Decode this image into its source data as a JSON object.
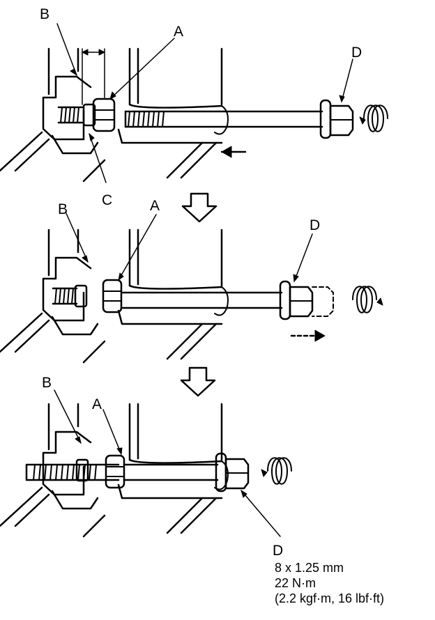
{
  "labels": {
    "a": "A",
    "b": "B",
    "c": "C",
    "d": "D"
  },
  "spec": {
    "bolt_size": "8 x 1.25 mm",
    "torque_nm": "22 N·m",
    "torque_alt": "(2.2 kgf·m, 16 lbf·ft)"
  }
}
